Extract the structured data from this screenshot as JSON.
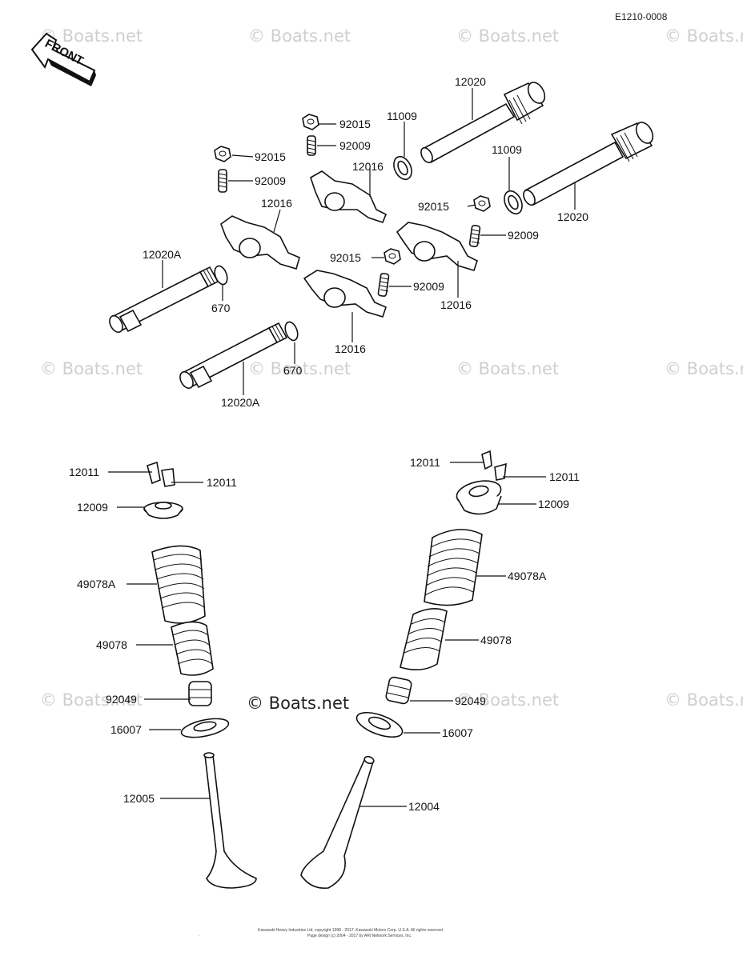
{
  "diagram_code": "E1210-0008",
  "front_label": "FRONT",
  "watermark": "© Boats.net",
  "center_watermark": "© Boats.net",
  "footer": {
    "line1": "Kawasaki Heavy Industries Ltd. copyright 1998 - 2017. Kawasaki Motors Corp. U.S.A. All rights reserved.",
    "line2": "Page design (c) 2004 - 2017 by ARI Network Services, Inc."
  },
  "callouts": [
    "12020",
    "11009",
    "92015",
    "92009",
    "92015",
    "92009",
    "12016",
    "12016",
    "11009",
    "92015",
    "92009",
    "12020",
    "12020A",
    "670",
    "92015",
    "92009",
    "12016",
    "12016",
    "12020A",
    "670",
    "12011",
    "12011",
    "12009",
    "49078A",
    "49078",
    "92049",
    "16007",
    "12005",
    "12011",
    "12011",
    "12009",
    "49078A",
    "49078",
    "92049",
    "16007",
    "12004"
  ]
}
